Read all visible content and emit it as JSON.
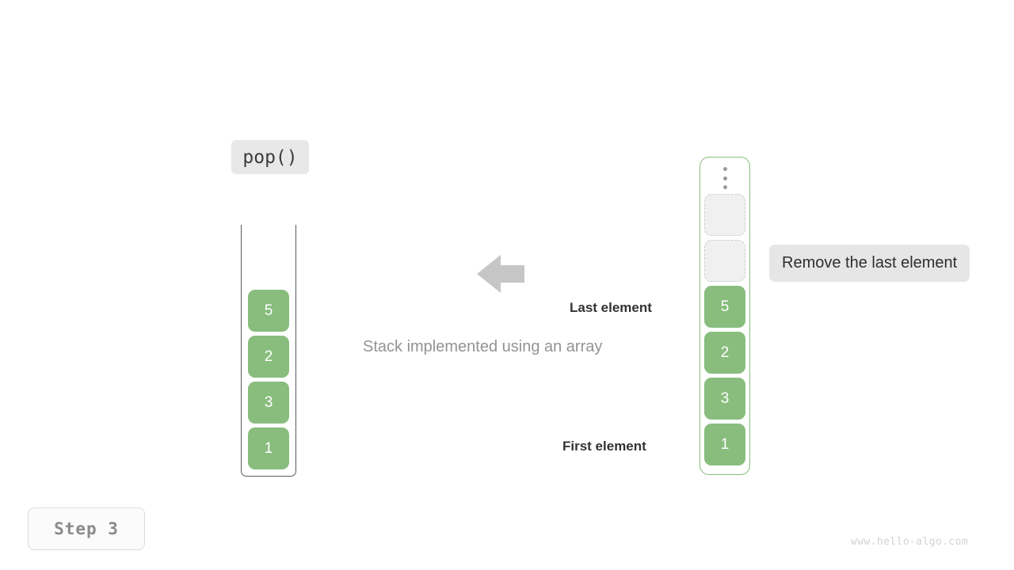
{
  "operation": {
    "label": "pop()"
  },
  "left_stack": {
    "name": "stack-container",
    "cells": [
      {
        "value": "5",
        "state": "filled"
      },
      {
        "value": "2",
        "state": "filled"
      },
      {
        "value": "3",
        "state": "filled"
      },
      {
        "value": "1",
        "state": "filled"
      }
    ]
  },
  "right_stack": {
    "name": "array-container",
    "overflow_icon": "vertical-ellipsis-icon",
    "cells": [
      {
        "value": "",
        "state": "empty"
      },
      {
        "value": "",
        "state": "empty"
      },
      {
        "value": "5",
        "state": "filled"
      },
      {
        "value": "2",
        "state": "filled"
      },
      {
        "value": "3",
        "state": "filled"
      },
      {
        "value": "1",
        "state": "filled"
      }
    ]
  },
  "annotations": {
    "last_element": "Last element",
    "first_element": "First element",
    "caption": "Stack implemented using an array",
    "callout": "Remove the last element",
    "arrow_icon": "left-arrow-icon"
  },
  "step": {
    "label": "Step 3"
  },
  "watermark": "www.hello-algo.com",
  "colors": {
    "cell_fill": "#88bd7e",
    "cell_text": "#ffffff",
    "empty_fill": "#f0f0f0",
    "empty_border": "#cfcfcf",
    "container_border_left": "#57595c",
    "container_border_right": "#88bd7e",
    "chip_bg": "#e8e8e8",
    "callout_bg": "#e6e6e6",
    "caption_text": "#939393",
    "arrow_fill": "#c6c6c6",
    "step_text": "#8a8a8a",
    "watermark_text": "#d3d3d3"
  }
}
